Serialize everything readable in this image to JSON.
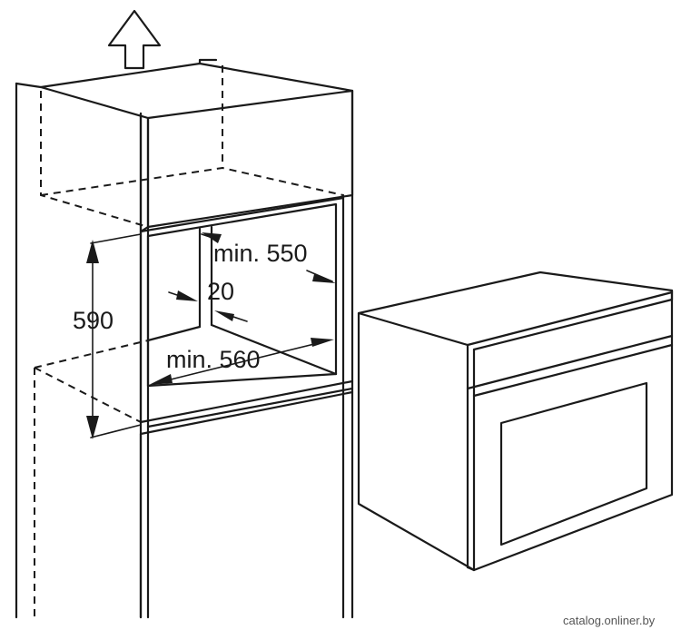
{
  "dimensions": {
    "height": "590",
    "depth": "min. 550",
    "gap": "20",
    "width": "min. 560"
  },
  "watermark": "catalog.onliner.by"
}
